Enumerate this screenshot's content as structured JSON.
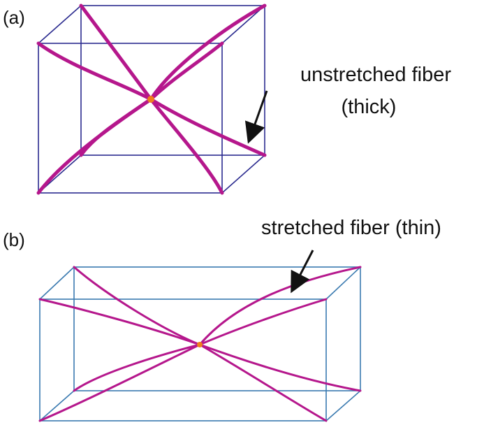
{
  "panels": {
    "a": {
      "label": "(a)",
      "annotation_line1": "unstretched fiber",
      "annotation_line2": "(thick)"
    },
    "b": {
      "label": "(b)",
      "annotation": "stretched fiber (thin)"
    }
  },
  "colors": {
    "box": "#2b2b8f",
    "box_b": "#3a7ab0",
    "fiber": "#b5178c",
    "crosslink": "#f07f1c",
    "arrow": "#111111",
    "text": "#111111"
  }
}
